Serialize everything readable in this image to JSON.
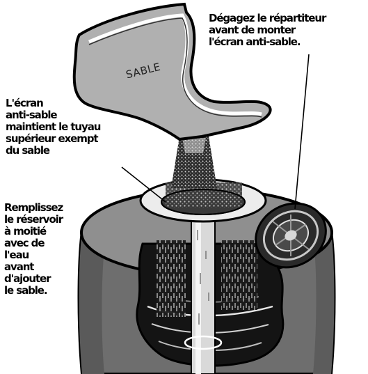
{
  "labels": {
    "top_right": "Dégagez le répartiteur\navant de monter\nl'écran anti-sable.",
    "middle_left": "L'écran\nanti-sable\nmaintient le tuyau\nsupérieur exempt\ndu sable",
    "bottom_left": "Remplissez\nle réservoir\nà moitié\navec de\nl'eau\navant\nd'ajouter\nle sable."
  },
  "bag_text": "SABLE",
  "colors": {
    "tank_body": "#6b6b6b",
    "tank_top": "#9a9a9a",
    "bag": "#b3b3b3",
    "water_dark": "#151515",
    "outline": "#000000",
    "screen_ring": "#ececec"
  },
  "icons": {
    "sand_bag": "sand-bag-icon",
    "diffuser": "diffuser-icon",
    "sand_screen": "sand-screen-icon"
  }
}
